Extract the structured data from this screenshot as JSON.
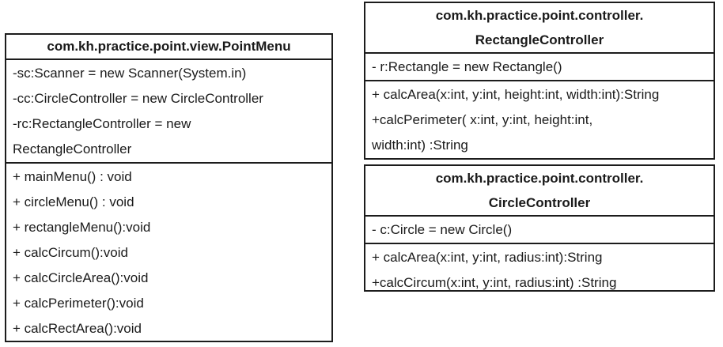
{
  "diagram": {
    "type": "uml-class-diagram",
    "background_color": "#ffffff",
    "border_color": "#1c1c1c",
    "text_color": "#1a1a1a",
    "classes": [
      {
        "name": "PointMenu",
        "header": [
          "com.kh.practice.point.view.PointMenu"
        ],
        "attributes": [
          "-sc:Scanner = new Scanner(System.in)",
          "-cc:CircleController = new CircleController",
          "-rc:RectangleController = new",
          "RectangleController"
        ],
        "operations": [
          "+ mainMenu() : void",
          "+ circleMenu() : void",
          "+ rectangleMenu():void",
          "+ calcCircum():void",
          "+ calcCircleArea():void",
          "+ calcPerimeter():void",
          "+ calcRectArea():void"
        ]
      },
      {
        "name": "RectangleController",
        "header": [
          "com.kh.practice.point.controller.",
          "RectangleController"
        ],
        "attributes": [
          "- r:Rectangle = new Rectangle()"
        ],
        "operations": [
          "+ calcArea(x:int, y:int, height:int, width:int):String",
          "+calcPerimeter( x:int, y:int, height:int,",
          "width:int) :String"
        ]
      },
      {
        "name": "CircleController",
        "header": [
          "com.kh.practice.point.controller.",
          "CircleController"
        ],
        "attributes": [
          "- c:Circle = new Circle()"
        ],
        "operations": [
          "+ calcArea(x:int, y:int, radius:int):String",
          "+calcCircum(x:int, y:int, radius:int) :String"
        ]
      }
    ]
  }
}
